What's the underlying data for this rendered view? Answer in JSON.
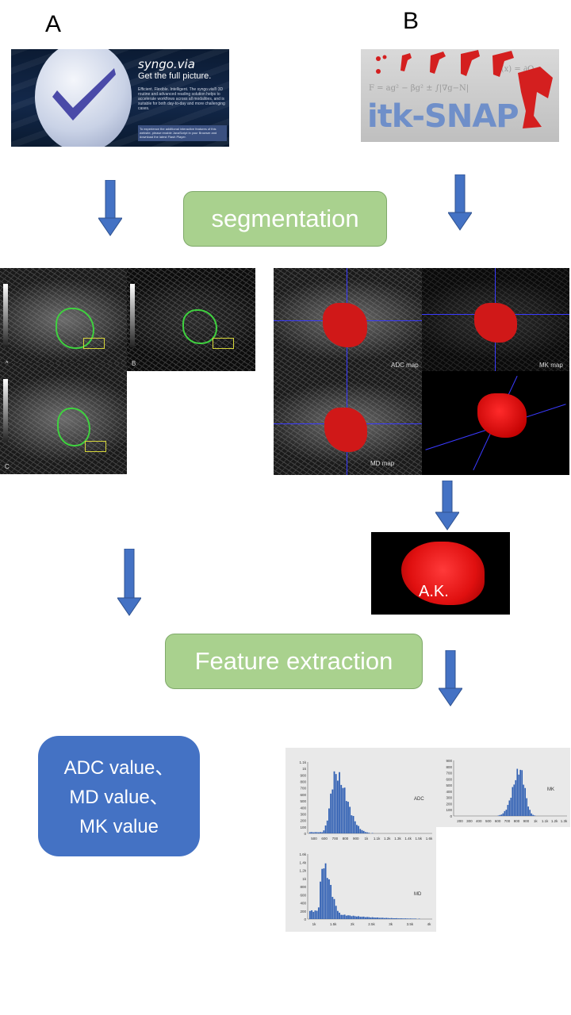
{
  "labels": {
    "a": "A",
    "b": "B"
  },
  "syngo": {
    "brand": "syngo.via",
    "tagline": "Get the full picture.",
    "body": "Efficient. Flexible. Intelligent. The syngo.via® 3D routine and advanced reading solution helps to accelerate workflows across all modalities, and is suitable for both day-to-day and more challenging cases.",
    "note": "To experience the additional interactive features of this website, please enable JavaScript in your Browser and download the latest Flash Player."
  },
  "itk": {
    "name": "itk-SNAP"
  },
  "steps": {
    "segmentation": "segmentation",
    "feature_extraction": "Feature extraction"
  },
  "mri_a": {
    "panels": [
      "A",
      "B",
      "C"
    ]
  },
  "mri_b": {
    "maps": [
      "ADC map",
      "MK map",
      "MD map"
    ]
  },
  "ak_label": "A.K.",
  "values": {
    "line1": "ADC value、",
    "line2": "MD value、",
    "line3": "MK value"
  },
  "colors": {
    "green_box": "#a9d18e",
    "blue_box": "#4472c4",
    "arrow": "#4472c4",
    "roi_red": "#d01818"
  },
  "histograms": {
    "adc": {
      "label": "ADC",
      "x_ticks": [
        "500",
        "600",
        "700",
        "800",
        "900",
        "1k",
        "1.1k",
        "1.2k",
        "1.3k",
        "1.4k",
        "1.5k",
        "1.6k"
      ],
      "y_ticks": [
        "1.1k",
        "1k",
        "900",
        "800",
        "700",
        "600",
        "500",
        "400",
        "300",
        "200",
        "100",
        "0"
      ]
    },
    "mk": {
      "label": "MK",
      "x_ticks": [
        "200",
        "300",
        "400",
        "500",
        "600",
        "700",
        "800",
        "900",
        "1k",
        "1.1k",
        "1.2k",
        "1.3k"
      ],
      "y_ticks": [
        "900",
        "800",
        "700",
        "600",
        "500",
        "400",
        "300",
        "200",
        "100",
        "0"
      ]
    },
    "md": {
      "label": "MD",
      "x_ticks": [
        "1k",
        "1.5k",
        "2k",
        "2.5k",
        "3k",
        "3.5k",
        "4k"
      ],
      "y_ticks": [
        "1.6k",
        "1.4k",
        "1.2k",
        "1k",
        "800",
        "600",
        "400",
        "200",
        "0"
      ]
    }
  }
}
